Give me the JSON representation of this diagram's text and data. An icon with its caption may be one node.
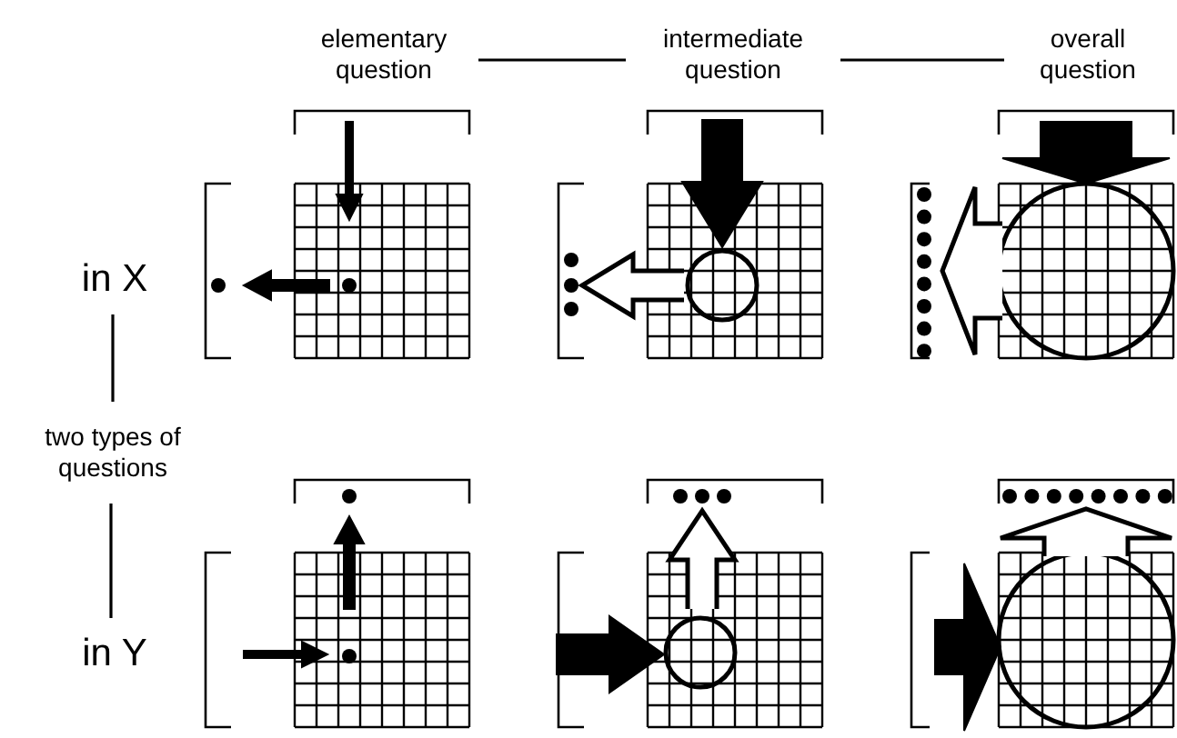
{
  "diagram": {
    "nodes": [
      {
        "text": [
          "elementary question"
        ]
      },
      {
        "text": [
          "intermediate question"
        ]
      },
      {
        "text": [
          "overall question"
        ]
      },
      {
        "text": [
          "in X"
        ]
      },
      {
        "text": [
          "two types of questions"
        ]
      },
      {
        "text": [
          "in Y"
        ]
      }
    ],
    "edges": [
      {
        "from": 0,
        "to": 1,
        "arrow": "none"
      },
      {
        "from": 1,
        "to": 2,
        "arrow": "none"
      },
      {
        "from": 3,
        "to": 4,
        "arrow": "none"
      },
      {
        "from": 4,
        "to": 5,
        "arrow": "none"
      }
    ]
  }
}
